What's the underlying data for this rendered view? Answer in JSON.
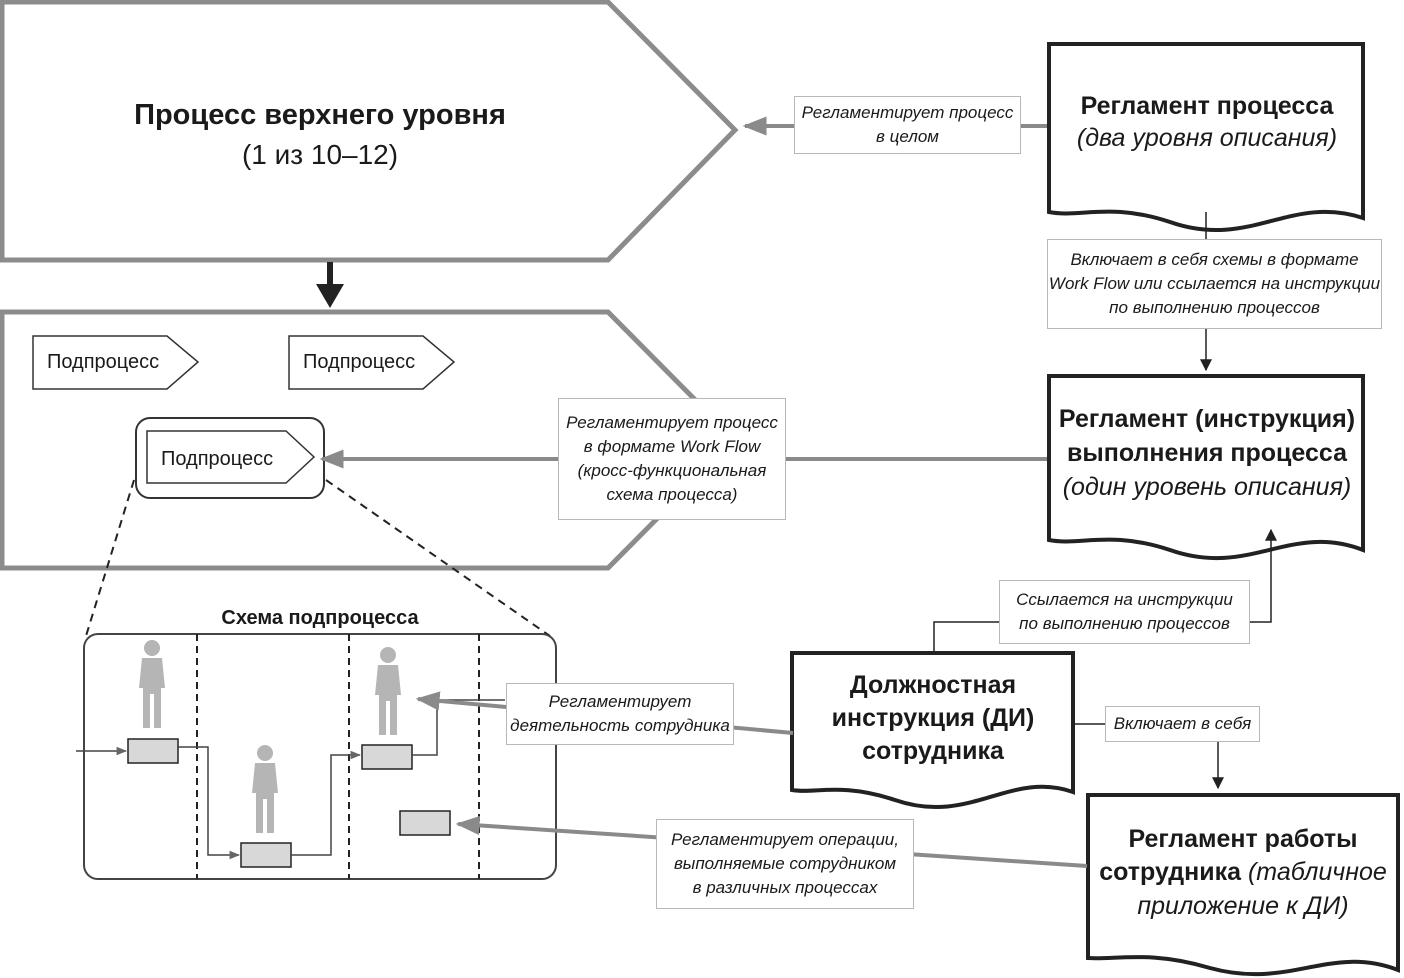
{
  "top_process": {
    "title": "Процесс верхнего уровня",
    "subtitle": "(1 из 10–12)"
  },
  "subprocesses": {
    "sub1": "Подпроцесс",
    "sub2": "Подпроцесс",
    "sub3": "Подпроцесс"
  },
  "scheme": {
    "title": "Схема подпроцесса"
  },
  "documents": {
    "reg_process": {
      "title": "Регламент процесса",
      "subtitle": "(два уровня описания)"
    },
    "reg_instruction": {
      "line1": "Регламент (инструкция)",
      "line2": "выполнения процесса",
      "subtitle": "(один уровень описания)"
    },
    "job_description": {
      "line1": "Должностная",
      "line2": "инструкция (ДИ)",
      "line3": "сотрудника"
    },
    "reg_employee": {
      "line1": "Регламент работы",
      "line2a": "сотрудника",
      "line2b": "(табличное",
      "line3": "приложение к ДИ)"
    }
  },
  "labels": {
    "l1": {
      "line1": "Регламентирует процесс",
      "line2": "в целом"
    },
    "l2": {
      "line1": "Включает в себя схемы в формате",
      "line2": "Work Flow или ссылается на инструкции",
      "line3": "по выполнению процессов"
    },
    "l3": {
      "line1": "Регламентирует процесс",
      "line2": "в формате Work Flow",
      "line3": "(кросс-функциональная",
      "line4": "схема процесса)"
    },
    "l4": {
      "line1": "Ссылается на инструкции",
      "line2": "по выполнению процессов"
    },
    "l5": {
      "line1": "Регламентирует",
      "line2": "деятельность сотрудника"
    },
    "l6": {
      "line1": "Включает в себя"
    },
    "l7": {
      "line1": "Регламентирует операции,",
      "line2": "выполняемые сотрудником",
      "line3": "в различных процессах"
    }
  }
}
